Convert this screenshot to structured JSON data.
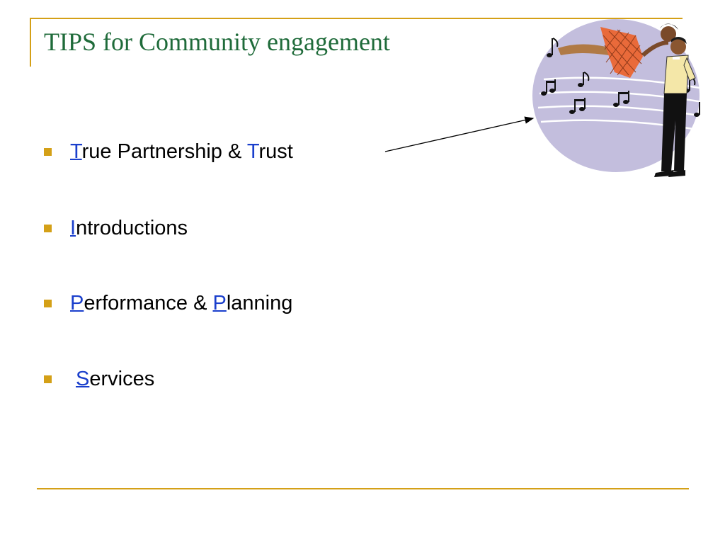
{
  "slide": {
    "title": "TIPS for Community engagement",
    "bullets": [
      {
        "lead": "T",
        "rest": "rue Partnership & ",
        "lead2": "T",
        "rest2": "rust"
      },
      {
        "lead": "I",
        "rest": "ntroductions"
      },
      {
        "lead": "P",
        "rest": "erformance & ",
        "lead2": "P",
        "rest2": "lanning"
      },
      {
        "lead": "S",
        "rest": "ervices"
      }
    ]
  },
  "colors": {
    "accent_gold": "#D4A017",
    "title_green": "#1F6B3A",
    "lead_letter_blue": "#1A3FCC",
    "clipart_circle": "#C3BEDD"
  },
  "icons": {
    "bullet": "square-bullet-icon",
    "clipart": "dancing-couple-music-notes-clipart"
  }
}
